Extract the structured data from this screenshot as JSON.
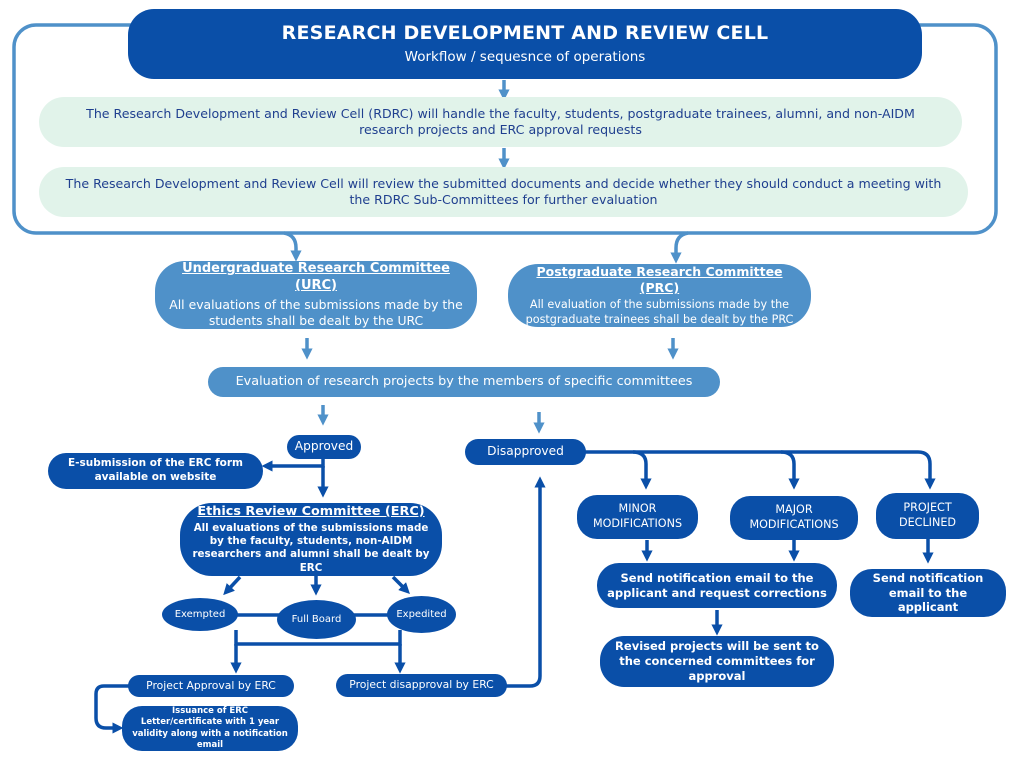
{
  "header": {
    "title": "RESEARCH DEVELOPMENT AND REVIEW CELL",
    "subtitle": "Workflow / sequesnce of operations"
  },
  "rdrc": {
    "handle": "The Research Development and Review Cell (RDRC) will handle the faculty, students, postgraduate trainees, alumni, and non-AIDM research projects and ERC approval requests",
    "review": "The Research Development and Review Cell will review the submitted documents and decide whether they should conduct a meeting with the RDRC Sub-Committees for further evaluation"
  },
  "urc": {
    "title": "Undergraduate Research Committee (URC)",
    "desc": "All evaluations of the submissions made by the students shall be dealt by the URC"
  },
  "prc": {
    "title": "Postgraduate Research Committee (PRC)",
    "desc": "All evaluation of the submissions made by the postgraduate trainees shall be dealt by the PRC"
  },
  "evaluation": "Evaluation of research projects by the members of specific committees",
  "approved": "Approved",
  "disapproved": "Disapproved",
  "esubmission": "E-submission of the ERC form available on website",
  "erc": {
    "title": "Ethics Review Committee (ERC)",
    "desc": "All evaluations of the submissions made by the faculty, students, non-AIDM researchers and alumni shall be dealt by ERC"
  },
  "review_types": {
    "exempted": "Exempted",
    "full_board": "Full Board",
    "expedited": "Expedited"
  },
  "project_approval": "Project Approval by ERC",
  "project_disapproval": "Project disapproval by ERC",
  "issuance": "Issuance of ERC Letter/certificate with 1 year validity along with a notification email",
  "minor": "MINOR MODIFICATIONS",
  "major": "MAJOR MODIFICATIONS",
  "declined": "PROJECT DECLINED",
  "notify_corrections": "Send notification email to the applicant and request corrections",
  "notify_applicant": "Send notification email to the applicant",
  "revised": "Revised projects will be sent to the concerned committees for approval",
  "colors": {
    "dark": "#0a4fa8",
    "mid": "#4f91c9",
    "pale": "#e1f3ea",
    "pale_text": "#1f3f8f"
  }
}
